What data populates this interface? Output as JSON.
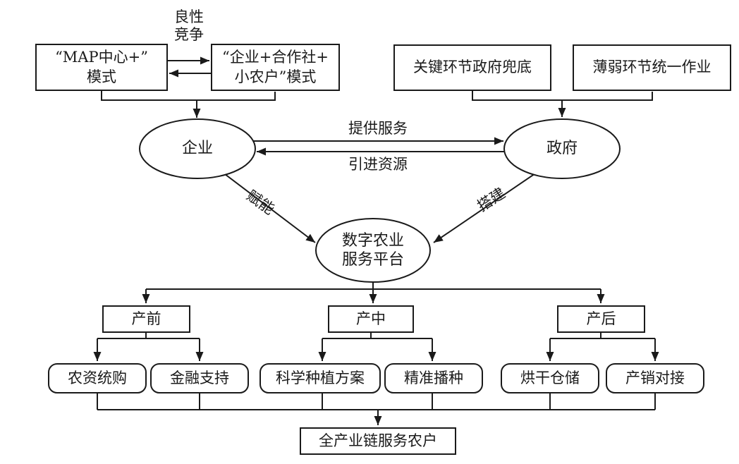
{
  "diagram": {
    "title_hint": "数字农业服务平台流程图",
    "colors": {
      "line": "#1a1a1a",
      "background": "#ffffff",
      "text": "#1a1a1a"
    },
    "top_left": {
      "map_box": {
        "line1": "“MAP中心+”",
        "line2": "模式"
      },
      "coop_box": {
        "line1": "“企业+合作社+",
        "line2": "小农户”模式"
      },
      "competition_label": {
        "line1": "良性",
        "line2": "竞争"
      }
    },
    "top_right": {
      "gov_backstop_box": "关键环节政府兜底",
      "weak_link_box": "薄弱环节统一作业"
    },
    "ellipses": {
      "enterprise": "企业",
      "government": "政府",
      "platform": {
        "line1": "数字农业",
        "line2": "服务平台"
      }
    },
    "edge_labels": {
      "provide_service": "提供服务",
      "introduce_resources": "引进资源",
      "empower": "赋能",
      "build": "搭建"
    },
    "stages": {
      "pre": "产前",
      "mid": "产中",
      "post": "产后"
    },
    "services": [
      "农资统购",
      "金融支持",
      "科学种植方案",
      "精准播种",
      "烘干仓储",
      "产销对接"
    ],
    "bottom_box": "全产业链服务农户"
  }
}
